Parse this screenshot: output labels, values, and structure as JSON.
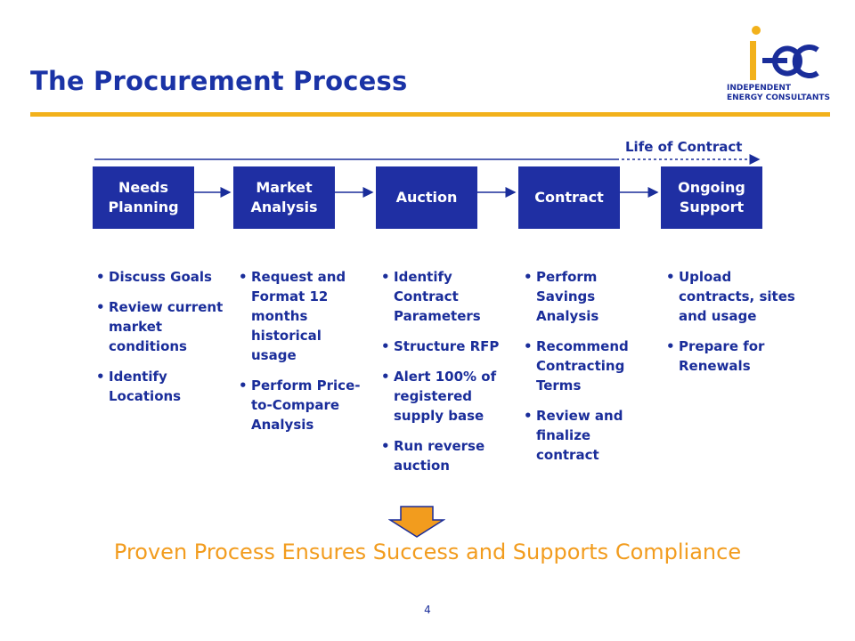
{
  "title": "The Procurement Process",
  "logo": {
    "letters": "iec",
    "line1": "INDEPENDENT",
    "line2": "ENERGY CONSULTANTS"
  },
  "timeline": {
    "label": "Life of Contract"
  },
  "steps": [
    {
      "line1": "Needs",
      "line2": "Planning"
    },
    {
      "line1": "Market",
      "line2": "Analysis"
    },
    {
      "line1": "Auction",
      "line2": ""
    },
    {
      "line1": "Contract",
      "line2": ""
    },
    {
      "line1": "Ongoing",
      "line2": "Support"
    }
  ],
  "columns": [
    {
      "items": [
        "Discuss Goals",
        "Review current market conditions",
        "Identify Locations"
      ]
    },
    {
      "items": [
        "Request and Format 12 months historical usage",
        "Perform Price-to-Compare Analysis"
      ]
    },
    {
      "items": [
        "Identify Contract Parameters",
        "Structure RFP",
        "Alert 100% of registered supply base",
        "Run reverse auction"
      ]
    },
    {
      "items": [
        "Perform Savings Analysis",
        "Recommend Contracting Terms",
        "Review and finalize contract"
      ]
    },
    {
      "items": [
        "Upload contracts, sites and usage",
        "Prepare for Renewals"
      ]
    }
  ],
  "tagline": "Proven Process Ensures Success and Supports Compliance",
  "page_number": "4",
  "colors": {
    "title": "#1a33a6",
    "accent": "#f2b11b",
    "box": "#1f2fa3",
    "tagline": "#f29c1e"
  }
}
